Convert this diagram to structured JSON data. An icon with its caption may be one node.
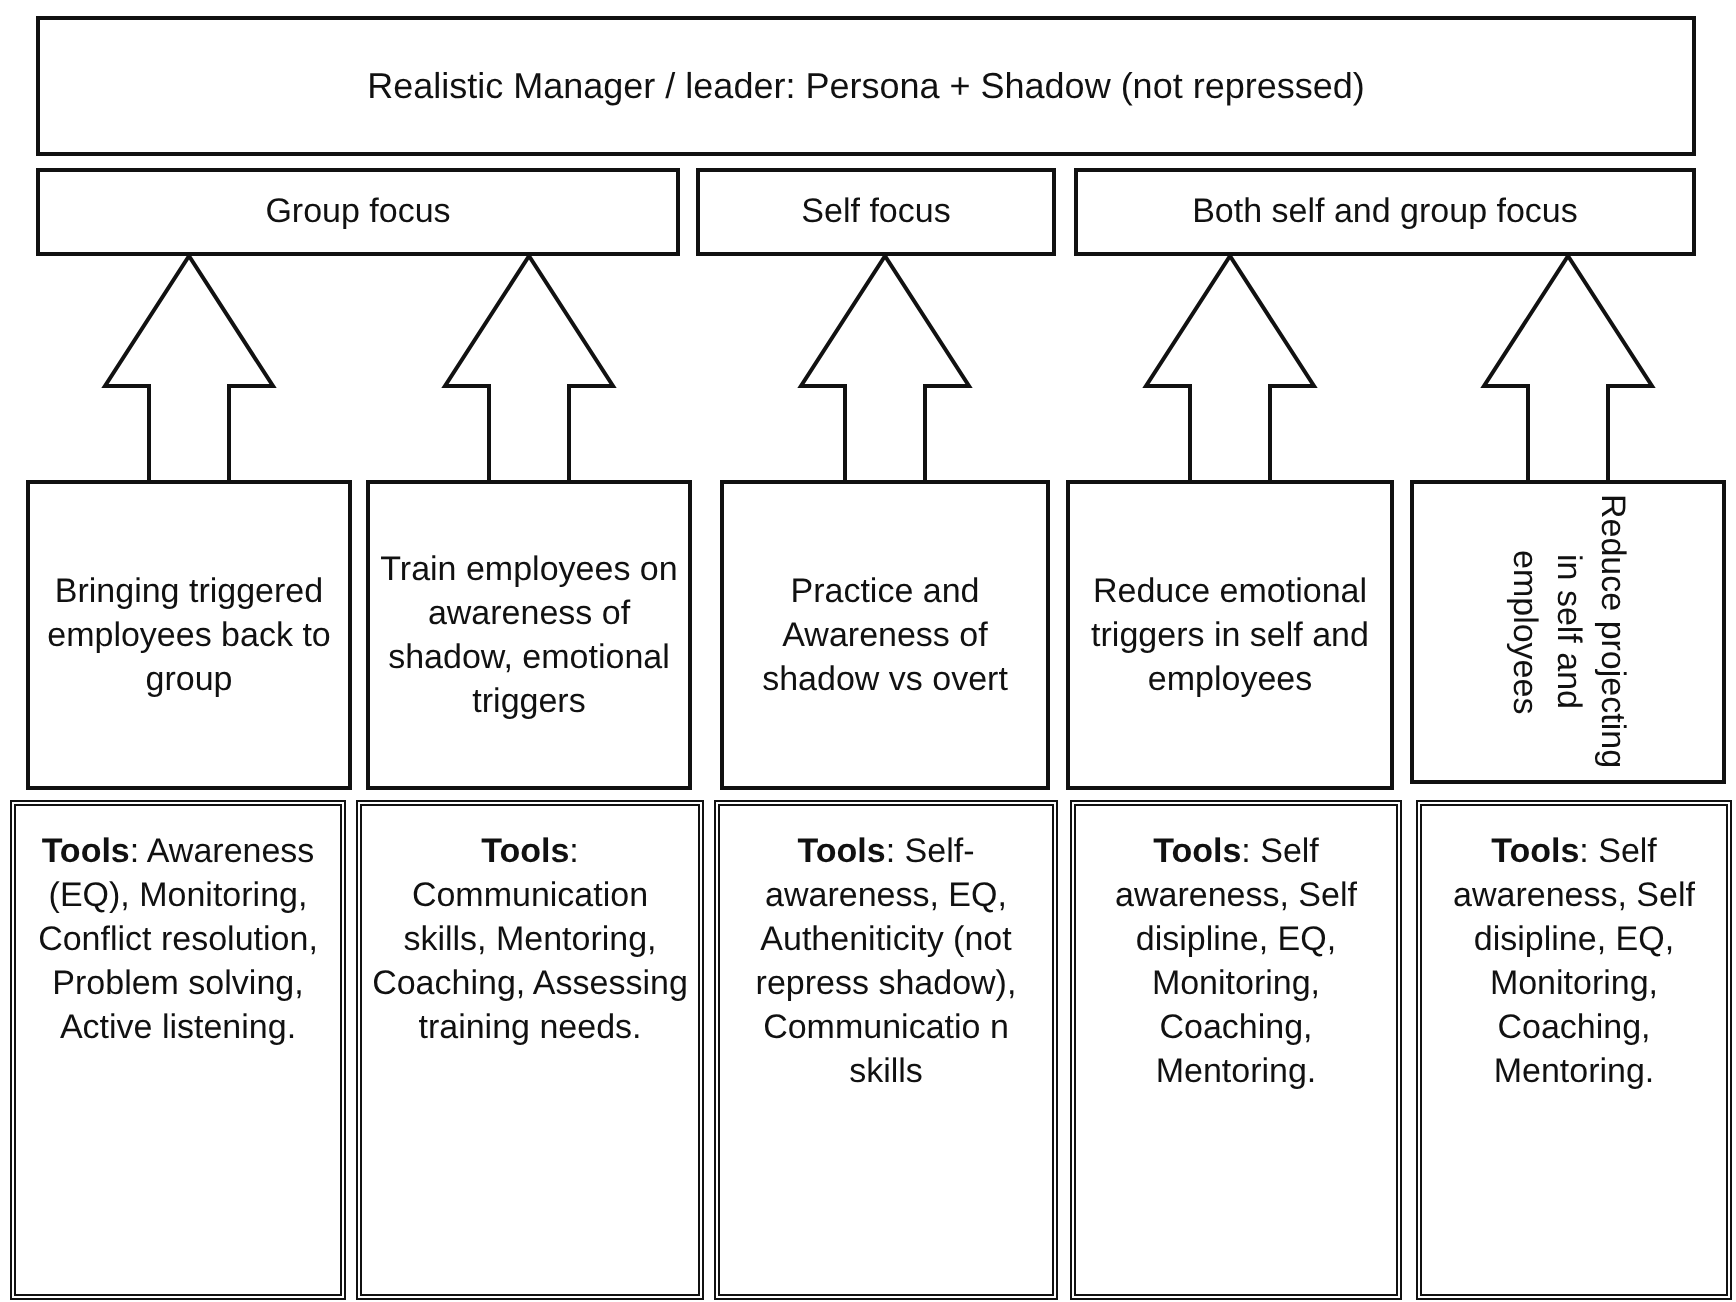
{
  "diagram": {
    "nodes": [
      {
        "text": [
          "Realistic Manager / leader: Persona + Shadow (not repressed)"
        ]
      },
      {
        "text": [
          "Group focus"
        ]
      },
      {
        "text": [
          "Self focus"
        ]
      },
      {
        "text": [
          "Both self and group focus"
        ]
      },
      {
        "text": [
          "Bringing triggered employees back to group"
        ]
      },
      {
        "text": [
          "Train employees on awareness of shadow, emotional triggers"
        ]
      },
      {
        "text": [
          "Practice and Awareness of shadow vs overt"
        ]
      },
      {
        "text": [
          "Reduce emotional triggers in self and employees"
        ]
      },
      {
        "text": [
          "Reduce projecting in self and employees"
        ]
      },
      {
        "text": [
          "**Tools**: Awareness (EQ), Monitoring, Conflict resolution, Problem solving, Active listening."
        ]
      },
      {
        "text": [
          "**Tools**: Communication skills, Mentoring, Coaching, Assessing training needs."
        ]
      },
      {
        "text": [
          "**Tools**: Self-awareness, EQ, Autheniticity (not repress shadow), Communicatio n skills"
        ]
      },
      {
        "text": [
          "**Tools**: Self awareness, Self disipline, EQ, Monitoring, Coaching, Mentoring."
        ]
      },
      {
        "text": [
          "**Tools**: Self awareness, Self disipline, EQ, Monitoring, Coaching, Mentoring."
        ]
      }
    ],
    "edges": [
      {
        "from": 4,
        "to": 1,
        "arrow": "to"
      },
      {
        "from": 5,
        "to": 1,
        "arrow": "to"
      },
      {
        "from": 6,
        "to": 2,
        "arrow": "to"
      },
      {
        "from": 7,
        "to": 3,
        "arrow": "to"
      },
      {
        "from": 8,
        "to": 3,
        "arrow": "to"
      }
    ]
  }
}
